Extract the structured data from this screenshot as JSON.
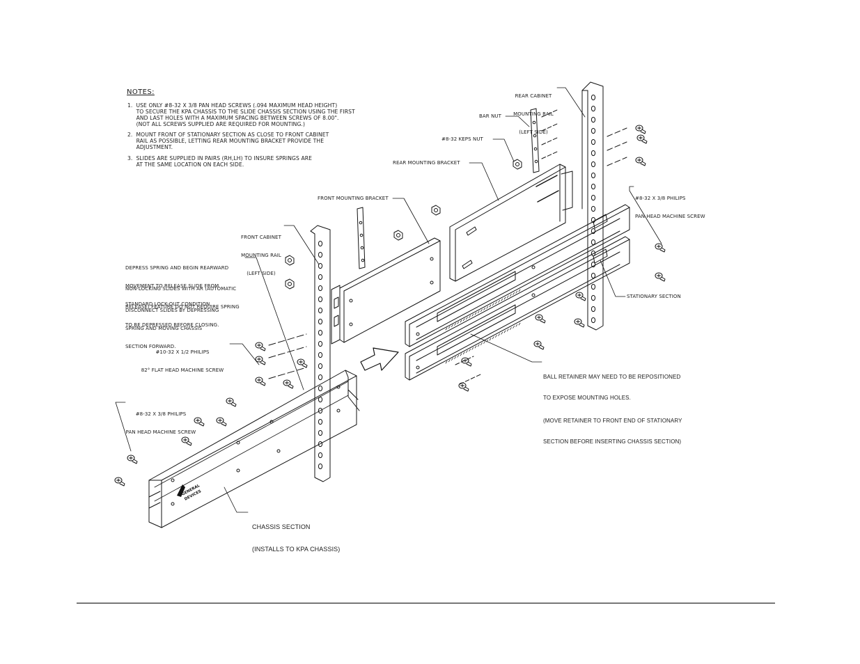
{
  "notes": {
    "title": "NOTES:",
    "items": [
      "1.  USE ONLY #8-32 X 3/8 PAN HEAD SCREWS (.094 MAXIMUM HEAD HEIGHT)",
      "     TO SECURE THE KPA CHASSIS TO THE SLIDE CHASSIS SECTION USING THE FIRST",
      "     AND LAST HOLES WITH A MAXIMUM SPACING BETWEEN SCREWS OF 8.00\".",
      "     (NOT ALL SCREWS SUPPLIED ARE REQUIRED FOR MOUNTING.)",
      "2.  MOUNT FRONT OF STATIONARY SECTION AS CLOSE TO FRONT CABINET",
      "     RAIL AS POSSIBLE, LETTING REAR MOUNTING BRACKET PROVIDE THE",
      "     ADJUSTMENT.",
      "3.  SLIDES ARE SUPPLIED IN PAIRS (RH,LH) TO INSURE SPRINGS ARE",
      "     AT THE SAME LOCATION ON EACH SIDE."
    ]
  },
  "labels": {
    "rear_rail": [
      "REAR CABINET",
      "MOUNTING RAIL",
      "(LEFT SIDE)"
    ],
    "bar_nut": "BAR NUT",
    "keps_nut": "#8-32 KEPS NUT",
    "rear_bracket": "REAR MOUNTING BRACKET",
    "philips_right": [
      "#8-32 X 3/8 PHILIPS",
      "PAN HEAD MACHINE SCREW"
    ],
    "front_bracket": "FRONT MOUNTING BRACKET",
    "front_rail": [
      "FRONT CABINET",
      "MOUNTING RAIL",
      "(LEFT SIDE)"
    ],
    "depress": [
      "DEPRESS SPRING AND BEGIN REARWARD",
      "MOVEMENT TO RELEASE SLIDE FROM",
      "STANDARD LOCK-OUT CONDITION."
    ],
    "non_locking": [
      "NON-LOCKING SLIDES WITH AR (AUTOMATIC",
      "RELEASE) FEATURE DO NOT REQUIRE SPRING",
      "TO BE DEPRESSED BEFORE CLOSING."
    ],
    "disconnect": [
      "DISCONNECT SLIDES BY DEPRESSING",
      "SPRING AND MOVING CHASSIS",
      "SECTION FORWARD."
    ],
    "stationary": "STATIONARY SECTION",
    "flat_head": [
      "#10-32 X 1/2 PHILIPS",
      "82° FLAT HEAD MACHINE SCREW"
    ],
    "ball_retainer": [
      "BALL RETAINER MAY NEED TO BE REPOSITIONED",
      "TO EXPOSE MOUNTING HOLES.",
      "(MOVE RETAINER TO FRONT END OF STATIONARY",
      "SECTION BEFORE INSERTING CHASSIS SECTION)"
    ],
    "philips_left": [
      "#8-32 X 3/8 PHILIPS",
      "PAN HEAD MACHINE SCREW"
    ],
    "chassis": [
      "CHASSIS SECTION",
      "(INSTALLS TO KPA CHASSIS)"
    ],
    "logo": [
      "GENERAL",
      "DEVICES"
    ]
  }
}
